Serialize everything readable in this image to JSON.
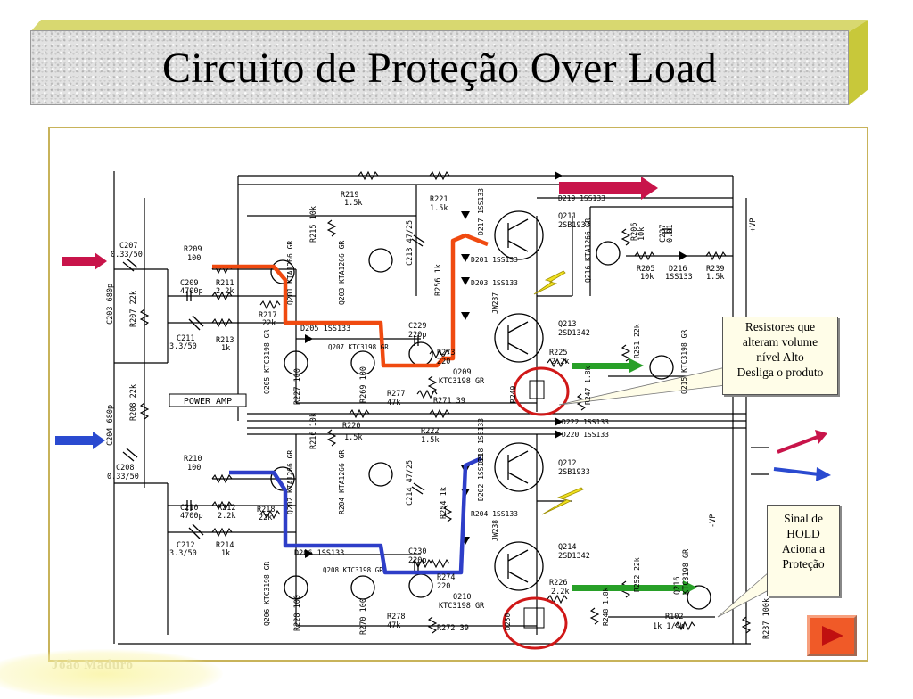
{
  "slide": {
    "title": "Circuito de Proteção Over Load",
    "author": "João Maduro"
  },
  "callouts": {
    "resistors_line1": "Resistores que",
    "resistors_line2": "alteram volume",
    "resistors_line3": "nível Alto",
    "resistors_line4": "Desliga o produto",
    "hold_line1": "Sinal de",
    "hold_line2": "HOLD",
    "hold_line3": "Aciona a",
    "hold_line4": "Proteção"
  },
  "schematic": {
    "power_amp": "POWER AMP",
    "c207": "C207",
    "c207_val": "0.33/50",
    "c208": "C208",
    "c208_val": "0.33/50",
    "r209": "R209",
    "r209_val": "100",
    "r210": "R210",
    "r210_val": "100",
    "c203": "C203 680p",
    "c204": "C204 680p",
    "r207": "R207 22k",
    "r208": "R208 22k",
    "c209": "C209",
    "c209_val": "4700p",
    "c210": "C210",
    "c210_val": "4700p",
    "r211": "R211",
    "r211_val": "2.2k",
    "r212": "R212",
    "r212_val": "2.2k",
    "c211": "C211",
    "c211_val": "3.3/50",
    "c212": "C212",
    "c212_val": "3.3/50",
    "r213": "R213",
    "r213_val": "1k",
    "r214": "R214",
    "r214_val": "1k",
    "r217": "R217",
    "r217_val": "22k",
    "r218": "R218",
    "r218_val": "22k",
    "r215": "R215 10k",
    "r216": "R216 10k",
    "q201": "Q201 KTA1266 GR",
    "q202": "Q202 KTA1266 GR",
    "q203": "Q203 KTA1266 GR",
    "q204": "R204 KTA1266 GR",
    "q205": "Q205 KTC3198 GR",
    "q206": "Q206 KTC3198 GR",
    "q207": "Q207 KTC3198 GR",
    "q208": "Q208 KTC3198 GR",
    "d205": "D205 1SS133",
    "d206": "D206 1SS133",
    "r219": "R219",
    "r219_val": "1.5k",
    "r220": "R220",
    "r220_val": "1.5k",
    "r221": "R221",
    "r221_val": "1.5k",
    "r222": "R222",
    "r222_val": "1.5k",
    "c213": "C213 47/25",
    "c214": "C214 47/25",
    "r256": "R256 1k",
    "r254": "R254 1k",
    "c229": "C229",
    "c229_val": "220p",
    "c230": "C230",
    "c230_val": "220p",
    "r227": "R227 100",
    "r228": "R228 100",
    "r269": "R269 100",
    "r270": "R270 100",
    "r273": "R273",
    "r273_val": "220",
    "r274": "R274",
    "r274_val": "220",
    "r277": "R277",
    "r277_val": "47k",
    "r278": "R278",
    "r278_val": "47k",
    "q209": "Q209",
    "q209_val": "KTC3198 GR",
    "q210": "Q210",
    "q210_val": "KTC3198 GR",
    "r271": "R271 39",
    "r272": "R272 39",
    "d217": "D217 1SS133",
    "d218": "D218 1SS133",
    "d201": "D201 1SS133",
    "d202": "D202 1SS133",
    "d203": "D203 1SS133",
    "d204": "R204 1SS133",
    "d219": "D219 1SS133",
    "d222": "D222 1SS133",
    "d220": "D220 1SS133",
    "q211": "Q211",
    "q211_val": "2SB1933",
    "q212": "Q212",
    "q212_val": "2SB1933",
    "q213": "Q213",
    "q213_val": "2SD1342",
    "q214": "Q214",
    "q214_val": "2SD1342",
    "jw237": "JW237",
    "jw238": "JW238",
    "r225": "R225",
    "r225_val": "2.2k",
    "r226": "R226",
    "r226_val": "2.2k",
    "q216": "Q216 KTA1266 GR",
    "q215": "Q215 KTC3198 GR",
    "q216b": "Q216",
    "q216b_val": "KTC3198 GR",
    "r206": "R206",
    "r206_val": "10k",
    "c237": "C237",
    "c237_val": "0.01",
    "r205": "R205",
    "r205_val": "10k",
    "d216": "D216",
    "d216_val": "1SS133",
    "r239": "R239",
    "r239_val": "1.5k",
    "r251": "R251 22k",
    "r252": "R252 22k",
    "r247": "R247 1.8k",
    "r248": "R248 1.8k",
    "r249": "R249",
    "r250": "D250",
    "r102": "R102",
    "r102_val": "1k 1/4W",
    "r237": "R237 100k",
    "vp_pos": "+VP",
    "vp_neg": "-VP"
  },
  "colors": {
    "title_bg": "#e2e2e2",
    "title_bevel": "#c8c83a",
    "frame_border": "#c8b35a",
    "highlight_orange": "#f04a10",
    "highlight_blue": "#2e3ec8",
    "arrow_red": "#c8144a",
    "arrow_blue": "#2a4ad0",
    "arrow_green": "#28a028",
    "lightning": "#f0e020",
    "circle_red": "#d01818",
    "nav_button": "#f05a28"
  },
  "icons": {
    "nav": "play-triangle-icon",
    "hold": "lightning-bolt-icon"
  }
}
